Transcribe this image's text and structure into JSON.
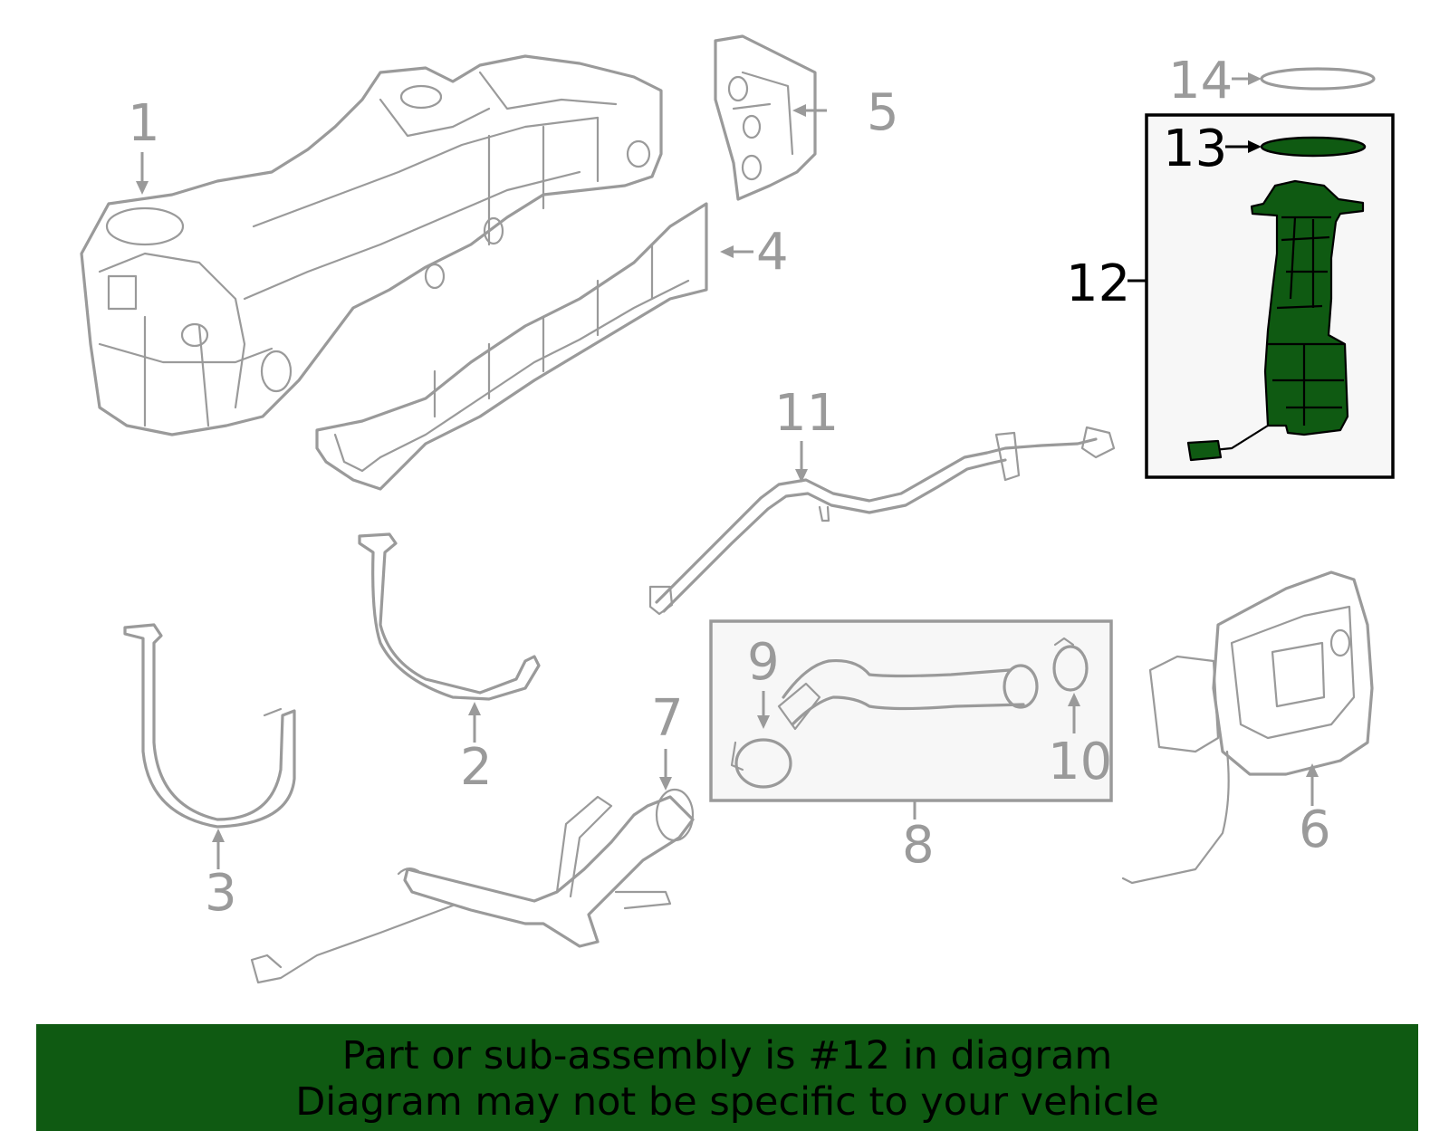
{
  "callouts": {
    "c1": "1",
    "c2": "2",
    "c3": "3",
    "c4": "4",
    "c5": "5",
    "c6": "6",
    "c7": "7",
    "c8": "8",
    "c9": "9",
    "c10": "10",
    "c11": "11",
    "c12": "12",
    "c13": "13",
    "c14": "14"
  },
  "highlighted_part": "12",
  "colors": {
    "highlight_fill": "#0f5a12",
    "line_gray": "#9a9a9a",
    "box_background": "#f7f7f7",
    "footer_background": "#0f5a12"
  },
  "footer": {
    "line1": "Part or sub-assembly is #12 in diagram",
    "line2": "Diagram may not be specific to your vehicle"
  }
}
